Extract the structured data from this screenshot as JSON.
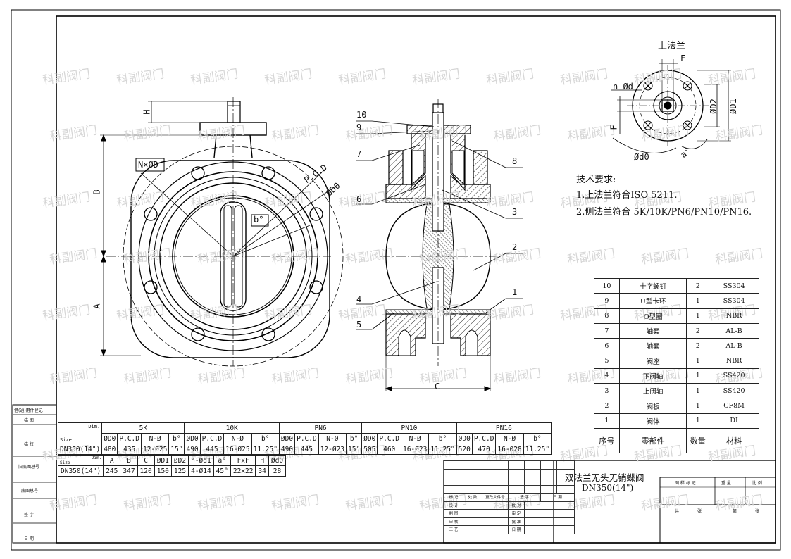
{
  "watermark_text": "科副阀门",
  "top_flange_title": "上法兰",
  "tech_req": {
    "title": "技术要求:",
    "items": [
      "1.上法兰符合ISO 5211.",
      "2.侧法兰符合 5K/10K/PN6/PN10/PN16."
    ]
  },
  "labels": {
    "F": "F",
    "H": "H",
    "B": "B",
    "A": "A",
    "C": "C",
    "nxd": "N×ØD",
    "pcd": "P.C.D",
    "d0": "ØD0",
    "b": "b°",
    "n_d": "n-Ød",
    "D2": "ØD2",
    "D1": "ØD1",
    "d0_small": "Ød0",
    "a": "a°",
    "callouts": [
      "10",
      "9",
      "7",
      "6",
      "4",
      "5",
      "8",
      "3",
      "2",
      "1"
    ]
  },
  "bom": {
    "rows": [
      [
        "10",
        "十字螺钉",
        "2",
        "SS304"
      ],
      [
        "9",
        "U型卡环",
        "1",
        "SS304"
      ],
      [
        "8",
        "O型圈",
        "1",
        "NBR"
      ],
      [
        "7",
        "轴套",
        "2",
        "AL-B"
      ],
      [
        "6",
        "轴套",
        "2",
        "AL-B"
      ],
      [
        "5",
        "阀座",
        "1",
        "NBR"
      ],
      [
        "4",
        "下阀轴",
        "1",
        "SS420"
      ],
      [
        "3",
        "上阀轴",
        "1",
        "SS420"
      ],
      [
        "2",
        "阀板",
        "1",
        "CF8M"
      ],
      [
        "1",
        "阀体",
        "1",
        "DI"
      ]
    ],
    "header": [
      "序号",
      "零部件",
      "数量",
      "材料"
    ]
  },
  "dim_table": {
    "corner_dim": "Dim.",
    "corner_size": "Size",
    "groups": [
      "5K",
      "10K",
      "PN6",
      "PN10",
      "PN16"
    ],
    "cols": [
      "ØD0",
      "P.C.D",
      "N-Ø",
      "b°"
    ],
    "size": "DN350(14\")",
    "values": [
      [
        "480",
        "435",
        "12-Ø25",
        "15°"
      ],
      [
        "490",
        "445",
        "16-Ø25",
        "11.25°"
      ],
      [
        "490",
        "445",
        "12-Ø23",
        "15°"
      ],
      [
        "505",
        "460",
        "16-Ø23",
        "11.25°"
      ],
      [
        "520",
        "470",
        "16-Ø28",
        "11.25°"
      ]
    ]
  },
  "dim_table2": {
    "corner_dim": "Dim.",
    "corner_size": "Size",
    "cols": [
      "A",
      "B",
      "C",
      "ØD1",
      "ØD2",
      "n-Ød1",
      "a°",
      "FxF",
      "H",
      "Ød0"
    ],
    "size": "DN350(14\")",
    "values": [
      "245",
      "347",
      "120",
      "150",
      "125",
      "4-Ø14",
      "45°",
      "22x22",
      "34",
      "28"
    ]
  },
  "left_strip": [
    "借(通)用件登记",
    "描 图",
    "描 校",
    "旧底图总号",
    "底图总号",
    "签 字",
    "日 期"
  ],
  "title_block": {
    "name": "双法兰无头无销蝶阀",
    "size": "DN350(14\")",
    "change_row": [
      "标 记",
      "处 数",
      "更改文件号",
      "签 字",
      "日 期"
    ],
    "sign_left": [
      "设 计",
      "制 图",
      "审 核",
      "工 艺"
    ],
    "sign_right": [
      "校 对",
      "审 定",
      "批 准",
      "日 期"
    ],
    "mark_labels": [
      "图 样 标 记",
      "重 量",
      "比 例"
    ],
    "sheet_labels": [
      "共",
      "张",
      "第",
      "张"
    ]
  }
}
